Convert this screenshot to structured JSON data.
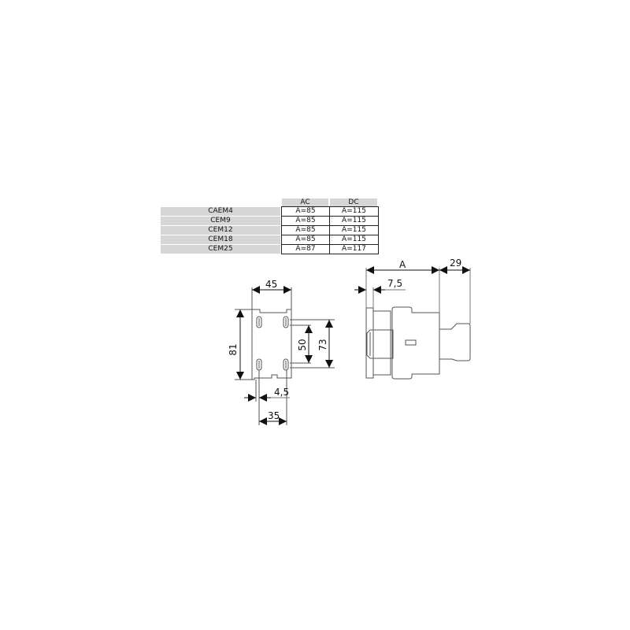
{
  "table": {
    "columns": [
      "AC",
      "DC"
    ],
    "rows": [
      {
        "model": "CAEM4",
        "ac": "A=85",
        "dc": "A=115"
      },
      {
        "model": "CEM9",
        "ac": "A=85",
        "dc": "A=115"
      },
      {
        "model": "CEM12",
        "ac": "A=85",
        "dc": "A=115"
      },
      {
        "model": "CEM18",
        "ac": "A=85",
        "dc": "A=115"
      },
      {
        "model": "CEM25",
        "ac": "A=87",
        "dc": "A=117"
      }
    ]
  },
  "front_view": {
    "width_label": "45",
    "height_label": "81",
    "hole_spacing_inner_label": "50",
    "hole_spacing_outer_label": "73",
    "offset_label": "4,5",
    "rail_width_label": "35"
  },
  "side_view": {
    "depth_label": "A",
    "offset_label": "7,5",
    "extension_label": "29"
  },
  "colors": {
    "header_fill": "#d6d6d6",
    "line": "#333333",
    "light_line": "#888888"
  }
}
